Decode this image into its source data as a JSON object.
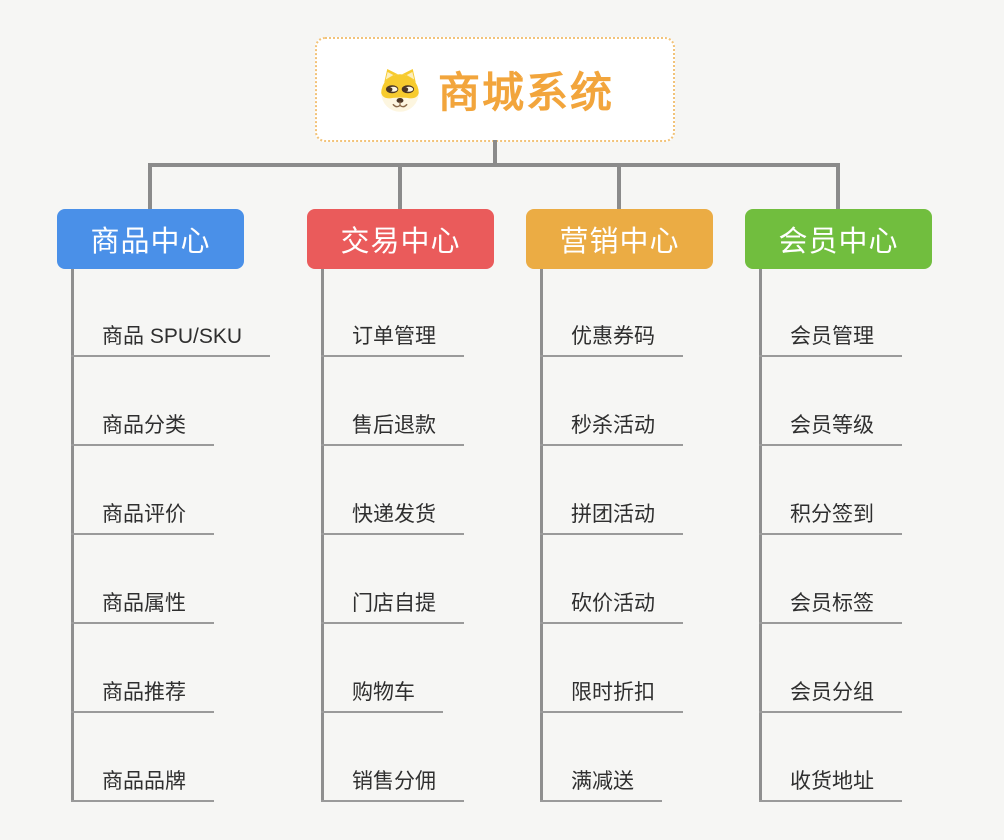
{
  "root": {
    "title": "商城系统",
    "icon": "doge-icon"
  },
  "colors": {
    "background": "#F6F6F4",
    "root_border": "#F2C379",
    "root_text": "#F2A53C",
    "connector": "#8B8B8B",
    "item_text": "#2F2F2F",
    "item_underline": "#9A9A9A"
  },
  "branches": [
    {
      "label": "商品中心",
      "color": "#4A90E8",
      "items": [
        "商品 SPU/SKU",
        "商品分类",
        "商品评价",
        "商品属性",
        "商品推荐",
        "商品品牌"
      ]
    },
    {
      "label": "交易中心",
      "color": "#EA5B5B",
      "items": [
        "订单管理",
        "售后退款",
        "快递发货",
        "门店自提",
        "购物车",
        "销售分佣"
      ]
    },
    {
      "label": "营销中心",
      "color": "#EBAC44",
      "items": [
        "优惠券码",
        "秒杀活动",
        "拼团活动",
        "砍价活动",
        "限时折扣",
        "满减送"
      ]
    },
    {
      "label": "会员中心",
      "color": "#71BE3E",
      "items": [
        "会员管理",
        "会员等级",
        "积分签到",
        "会员标签",
        "会员分组",
        "收货地址"
      ]
    }
  ]
}
